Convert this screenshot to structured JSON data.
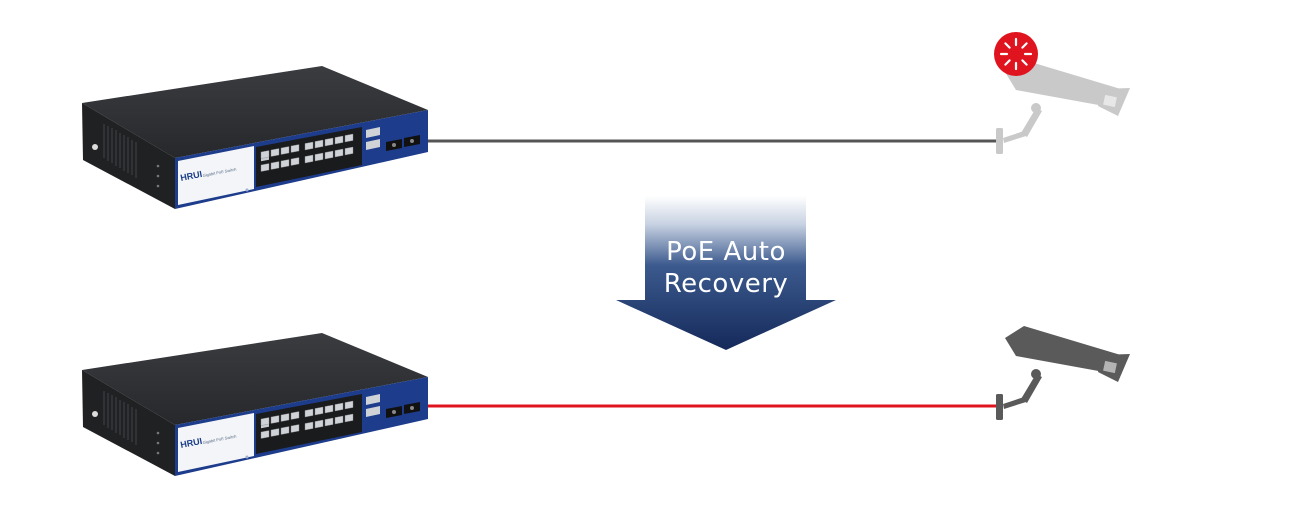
{
  "switches": [
    {
      "brand": "HRUI",
      "model": "Gigabit PoE Switch"
    },
    {
      "brand": "HRUI",
      "model": "Gigabit PoE Switch"
    }
  ],
  "cameras": [
    {
      "state": "failed",
      "icon": "camera-error-icon"
    },
    {
      "state": "recovered",
      "icon": "camera-icon"
    }
  ],
  "links": [
    {
      "color": "#555555"
    },
    {
      "color": "#e0141e"
    }
  ],
  "arrow": {
    "line1": "PoE Auto",
    "line2": "Recovery",
    "color": "#17315f"
  },
  "colors": {
    "alert": "#e0141e",
    "camera_off": "#c9c9c9",
    "camera_on": "#5a5a5a",
    "switch_blue": "#1d3c8c",
    "switch_body": "#2e3033"
  }
}
